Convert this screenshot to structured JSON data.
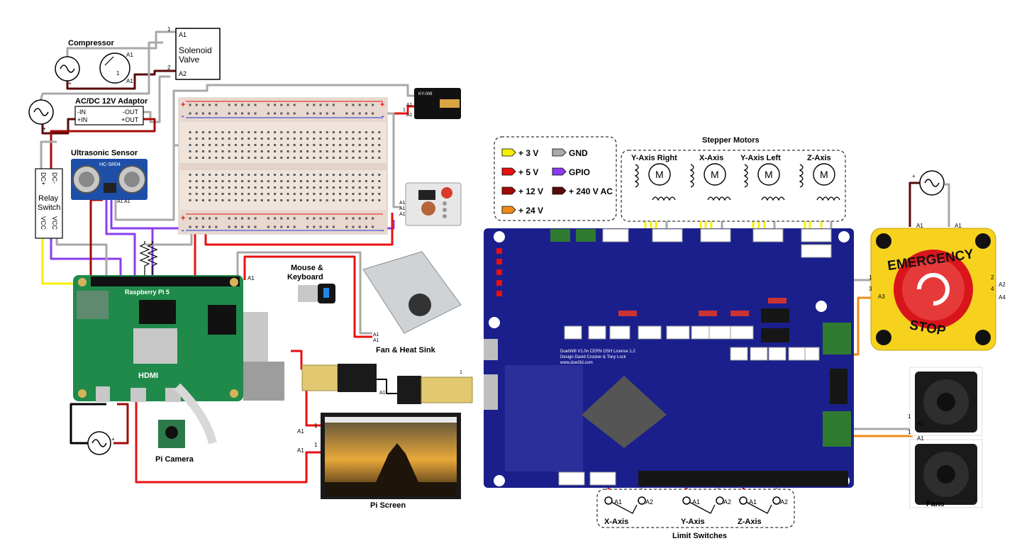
{
  "colors": {
    "v3": "#f5ef00",
    "v5": "#e81010",
    "v12": "#a50a0a",
    "v24": "#f08a18",
    "gnd": "#a8a8a8",
    "gpio": "#8a3cf0",
    "ac240": "#5a0a0a",
    "duet_board": "#1a1f8c",
    "pi_board": "#1f8a4a",
    "estop_yellow": "#f6d21e",
    "estop_red": "#d8151b"
  },
  "labels": {
    "compressor": "Compressor",
    "solenoid_line1": "Solenoid",
    "solenoid_line2": "Valve",
    "adaptor": "AC/DC 12V Adaptor",
    "adaptor_in_neg": "-IN",
    "adaptor_in_pos": "+IN",
    "adaptor_out_neg": "-OUT",
    "adaptor_out_pos": "+OUT",
    "ultrasonic": "Ultrasonic Sensor",
    "ultrasonic_model": "HC-SR04",
    "relay_line1": "Relay",
    "relay_line2": "Switch",
    "relay_dc_pos": "DC+",
    "relay_dc_neg": "DC-",
    "relay_vcc_a": "VCC",
    "relay_vcc_b": "VCC",
    "pi_brand": "Raspberry Pi 5",
    "pi_hdmi": "HDMI",
    "mouse_line1": "Mouse &",
    "mouse_line2": "Keyboard",
    "fan_heatsink": "Fan & Heat Sink",
    "pi_camera": "Pi Camera",
    "pi_screen": "Pi Screen",
    "stepper_title": "Stepper Motors",
    "motor_y_right": "Y-Axis Right",
    "motor_x": "X-Axis",
    "motor_y_left": "Y-Axis Left",
    "motor_z": "Z-Axis",
    "motor_symbol": "M",
    "duet_line1": "DuetWifi V1.0n CERN OSH License 1.2",
    "duet_line2": "Design David Crocker & Tony Lock",
    "duet_line3": "www.duet3d.com",
    "estop_top": "EMERGENCY",
    "estop_bottom": "STOP",
    "fans": "Fans",
    "limit_title": "Limit Switches",
    "limit_x": "X-Axis",
    "limit_y": "Y-Axis",
    "limit_z": "Z-Axis",
    "laser_model": "KY-008"
  },
  "legend": [
    {
      "label": "+ 3 V",
      "color": "#f5ef00"
    },
    {
      "label": "+ 5 V",
      "color": "#e81010"
    },
    {
      "label": "+ 12 V",
      "color": "#a50a0a"
    },
    {
      "label": "+ 24 V",
      "color": "#f08a18"
    },
    {
      "label": "GND",
      "color": "#a8a8a8"
    },
    {
      "label": "GPIO",
      "color": "#8a3cf0"
    },
    {
      "label": "+ 240 V AC",
      "color": "#5a0a0a"
    }
  ],
  "pins": {
    "a1": "A1",
    "a2": "A2",
    "a3": "A3",
    "a4": "A4",
    "p1": "1",
    "p2": "2",
    "p3": "3",
    "p4": "4",
    "plus": "+",
    "minus": "-"
  }
}
